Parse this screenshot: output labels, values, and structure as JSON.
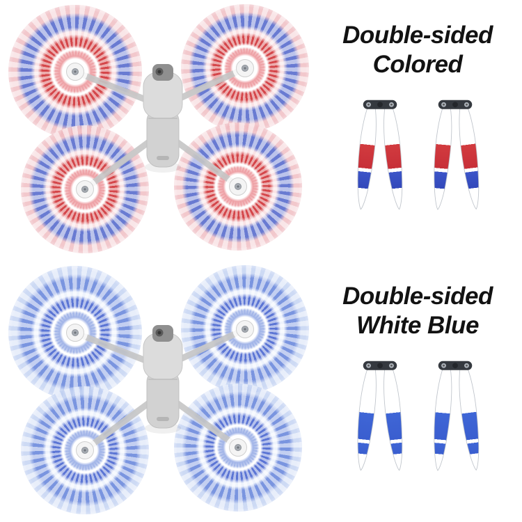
{
  "page": {
    "background": "#ffffff"
  },
  "colors": {
    "accent-red": "#d23b3f",
    "accent-blue": "#4458c6",
    "accent-blue2": "#3f66d6",
    "drone-gray": "#d8d8d8",
    "arm-gray": "#c6c6c6",
    "hub-dark": "#35393f",
    "text-dark": "#121212"
  },
  "sections": [
    {
      "title_line1": "Double-sided",
      "title_line2": "Colored"
    },
    {
      "title_line1": "Double-sided",
      "title_line2": "White Blue"
    }
  ]
}
